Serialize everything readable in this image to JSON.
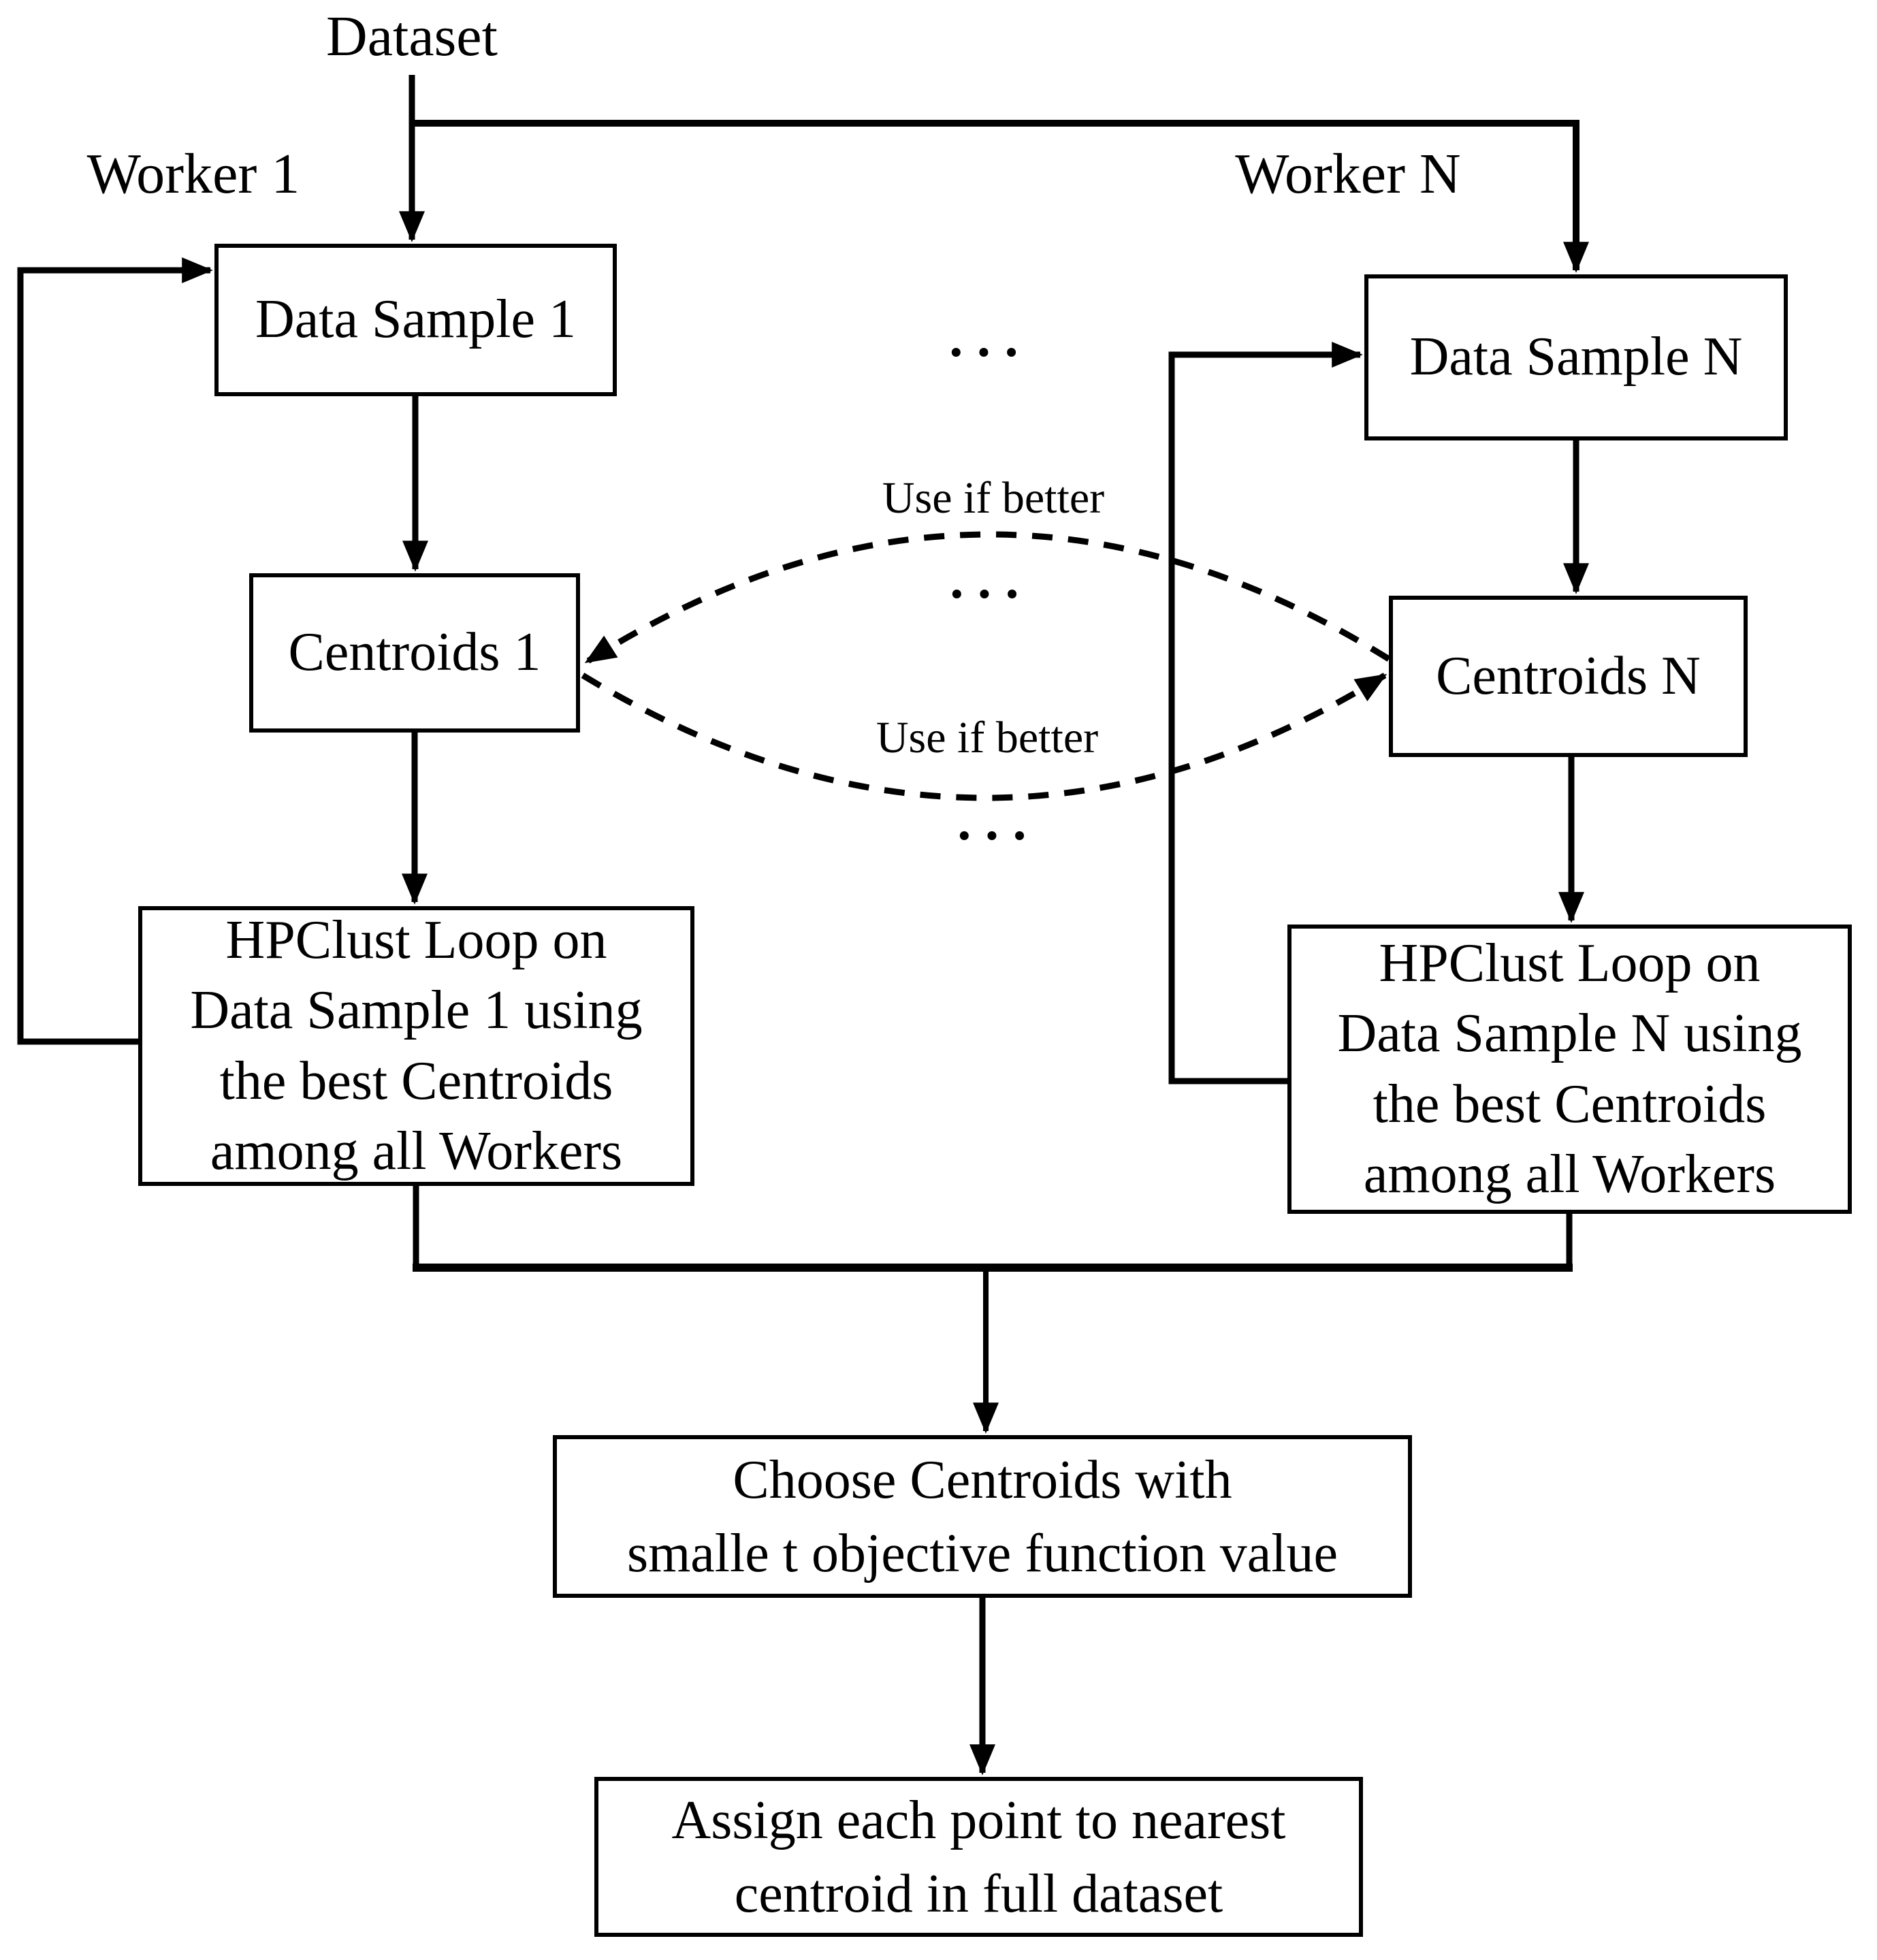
{
  "diagram": {
    "colors": {
      "background": "#ffffff",
      "line": "#000000",
      "box_fill": "#ffffff",
      "text": "#000000"
    },
    "dataset_label": "Dataset",
    "workers": {
      "left": "Worker 1",
      "right": "Worker N"
    },
    "boxes": {
      "data_sample_1": "Data Sample 1",
      "data_sample_n": "Data Sample N",
      "centroids_1": "Centroids 1",
      "centroids_n": "Centroids N",
      "hpclust_1": [
        "HPClust Loop on",
        "Data Sample 1 using",
        "the best Centroids",
        "among all Workers"
      ],
      "hpclust_n": [
        "HPClust Loop on",
        "Data Sample N using",
        "the best Centroids",
        "among all Workers"
      ],
      "choose": [
        "Choose Centroids with",
        "smalle t objective function value"
      ],
      "assign": [
        "Assign each point to nearest",
        "centroid in full dataset"
      ]
    },
    "edge_labels": {
      "use_if_better_top": "Use if better",
      "use_if_better_bottom": "Use if better"
    },
    "ellipsis": "···"
  }
}
